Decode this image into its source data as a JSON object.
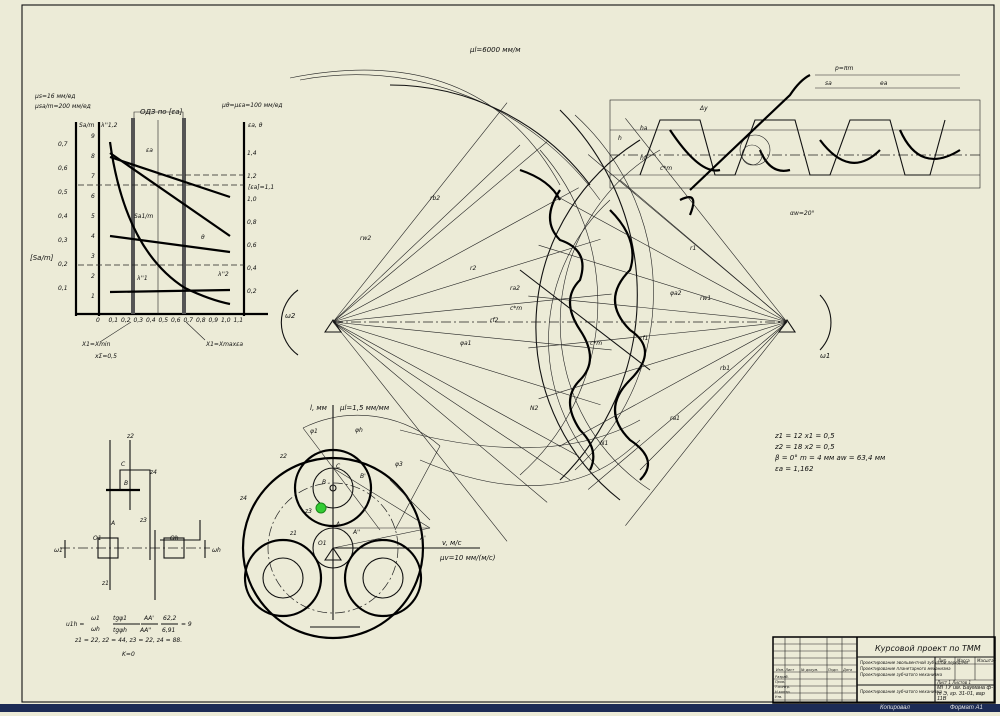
{
  "scales": {
    "top": "μl=6000 мм/м",
    "chart_mu1": "μs=16 мм/ед",
    "chart_mu2": "μsa/m=200 мм/ед",
    "chart_mu3": "μθ=μεa=100 мм/ед",
    "planet_l": "μl=1,5 мм/мм",
    "planet_v": "μv=10 мм/(м/с)"
  },
  "chart": {
    "region_label": "ОДЗ по [εa]",
    "axis_left": "Sa/m",
    "axis_lambda": "λ''1,2",
    "axis_right": "εa, θ",
    "sa_limit": "[Sa/m]",
    "ea_limit": "[εa]=1,1",
    "curve_ea": "εa",
    "curve_sa": "Sa1/m",
    "curve_theta": "θ",
    "curve_l1": "λ''1",
    "curve_l2": "λ''2",
    "x1min": "X1=Xmin",
    "x1max": "X1=Xmaxεa",
    "xsum": "xΣ=0,5",
    "x_ticks": [
      "0",
      "0,1",
      "0,2",
      "0,3",
      "0,4",
      "0,5",
      "0,6",
      "0,7",
      "0,8",
      "0,9",
      "1,0",
      "1,1"
    ],
    "left_ticks": [
      "0,1",
      "0,2",
      "0,3",
      "0,4",
      "0,5",
      "0,6",
      "0,7"
    ],
    "lambda_ticks": [
      "1",
      "2",
      "3",
      "4",
      "5",
      "6",
      "7",
      "8",
      "9"
    ],
    "right_ticks": [
      "0,2",
      "0,4",
      "0,6",
      "0,8",
      "1,0",
      "1,2",
      "1,4"
    ]
  },
  "gear": {
    "omega1": "ω1",
    "omega2": "ω2",
    "labels": [
      "rw2",
      "r2",
      "rb2",
      "ra2",
      "rf2",
      "rw1",
      "r1",
      "rb1",
      "ra1",
      "rf1",
      "c*m",
      "c*m",
      "φa1",
      "φa2",
      "αw=20°",
      "N1",
      "N2",
      "p=πm",
      "sa",
      "ea",
      "h",
      "ha",
      "hf",
      "Δy",
      "c*m"
    ],
    "params": [
      "z1 = 12  x1 = 0,5",
      "z2 = 18  x2 = 0,5",
      "β = 0°  m = 4 мм   aw = 63,4 мм",
      "εa = 1,162"
    ]
  },
  "planetary": {
    "axis_l": "l, мм",
    "axis_v": "v, м/с",
    "labels": [
      "z1",
      "z2",
      "z3",
      "z4",
      "O1",
      "A",
      "B",
      "C",
      "A'",
      "A''",
      "B'",
      "φ1",
      "φh",
      "φ3"
    ]
  },
  "scheme": {
    "labels": [
      "z2",
      "z3",
      "z4",
      "z1",
      "C",
      "B",
      "A",
      "O1",
      "Oh",
      "ω1",
      "ωh"
    ]
  },
  "formula": {
    "lhs": "u1h =",
    "f1_num": "ω1",
    "f1_den": "ωh",
    "f2_num": "tgψ1",
    "f2_den": "tgψh",
    "f3_num": "AA'",
    "f3_den": "AA''",
    "f4_num": "62,2",
    "f4_den": "6,91",
    "result": "= 9",
    "teeth": "z1 = 22,  z2 = 44,  z3 = 22,  z4 = 88.",
    "k": "K=0"
  },
  "title_block": {
    "title": "Курсовой проект по ТММ",
    "desc1": "Проектирование эвольвентной зубчатой передачи",
    "desc2": "Проектирование планетарного механизма",
    "desc3": "Проектирование зубчатого механизма",
    "col_lit": "Лит.",
    "col_mass": "Масса",
    "col_scale": "Масштаб",
    "sheet": "Лист   1  Листов   1",
    "org": "МГТУ им. Баумана ф-т Э, гр. 31-01, вар 11В",
    "rows": [
      "Изм. Лист",
      "№ докум.",
      "Подп.",
      "Дата",
      "Разраб.",
      "Пров.",
      "Т.контр.",
      "Н.контр.",
      "Утв."
    ],
    "footer_left": "Копировал",
    "footer_right": "Формат A1"
  },
  "colors": {
    "paper": "#ecebd7",
    "ink": "#111111",
    "marker_green": "#33cc33",
    "marker_red": "#dd2222"
  }
}
